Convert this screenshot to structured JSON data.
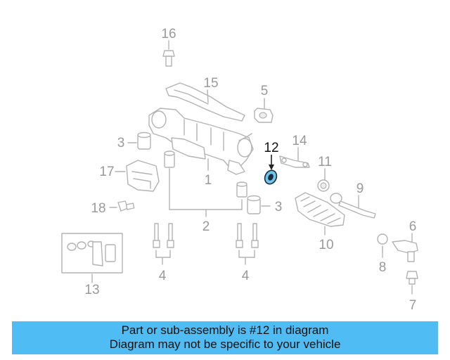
{
  "diagram": {
    "labels": {
      "p1": "1",
      "p2": "2",
      "p3a": "3",
      "p3b": "3",
      "p4a": "4",
      "p4b": "4",
      "p5": "5",
      "p6": "6",
      "p7": "7",
      "p8": "8",
      "p9": "9",
      "p10": "10",
      "p11": "11",
      "p12": "12",
      "p13": "13",
      "p14": "14",
      "p15": "15",
      "p16": "16",
      "p17": "17",
      "p18": "18"
    },
    "highlight_color": "#6ec6ef"
  },
  "caption": {
    "line1": "Part or sub-assembly is #12 in diagram",
    "line2": "Diagram may not be specific to your vehicle",
    "background": "#4fbdf3"
  }
}
